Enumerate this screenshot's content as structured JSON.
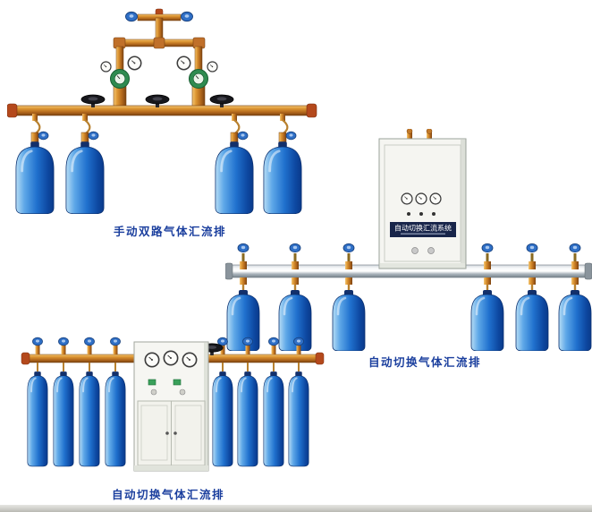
{
  "page": {
    "background": "#ffffff",
    "description": "Gas manifold product catalog sheet with three product illustrations"
  },
  "products": [
    {
      "id": "manual-dual-line-manifold",
      "caption": "手动双路气体汇流排",
      "cylinder_count": 4,
      "gauge_count": 4,
      "handwheel_valve_count": 3
    },
    {
      "id": "auto-switch-manifold-wall-cabinet",
      "caption": "自动切换气体汇流排",
      "cylinder_count": 6,
      "cabinet_label": "自动切换汇流系统",
      "cabinet_gauge_count": 3
    },
    {
      "id": "auto-switch-manifold-floor-cabinet",
      "caption": "自动切换气体汇流排",
      "cylinder_count": 8,
      "cabinet_gauge_count": 3
    }
  ],
  "colors": {
    "caption_text": "#1b3f9e",
    "brass_pipe": "#dd9633",
    "cylinder_blue": "#2071ce",
    "cabinet_body": "#f5f5f1",
    "aluminum_rail": "#aab4bc",
    "valve_knob_blue": "#2f6fc6",
    "panel_strip": "#18254a"
  }
}
